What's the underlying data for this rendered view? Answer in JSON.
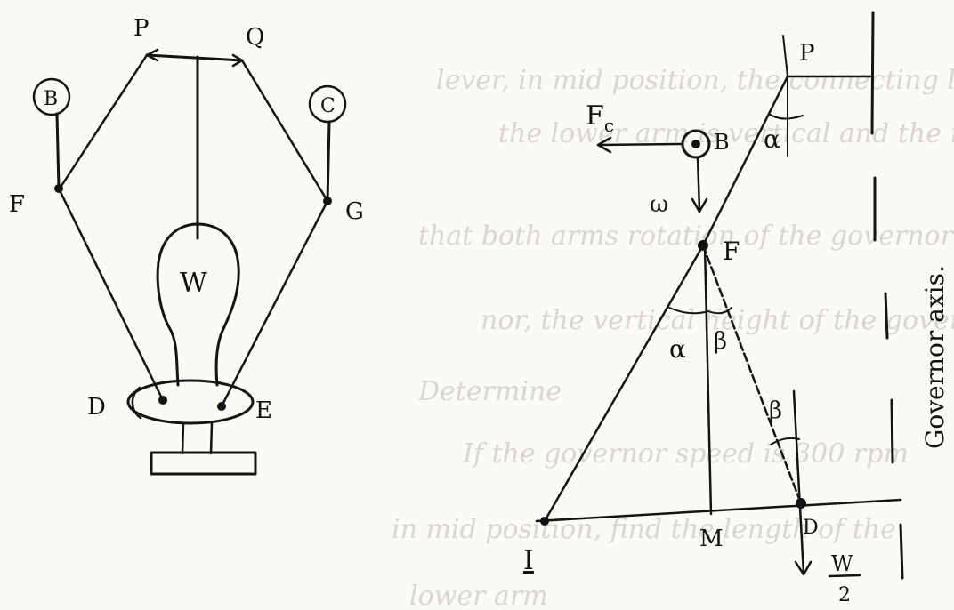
{
  "left_diagram": {
    "labels": {
      "P": "P",
      "Q": "Q",
      "B": "B",
      "C": "C",
      "F": "F",
      "G": "G",
      "W": "W",
      "D": "D",
      "E": "E"
    }
  },
  "right_diagram": {
    "labels": {
      "P": "P",
      "Fc": "F",
      "Fc_sub": "c",
      "B": "B",
      "alpha_top": "α",
      "omega": "ω",
      "F": "F",
      "alpha": "α",
      "beta": "β",
      "beta_right": "β",
      "I": "I",
      "M": "M",
      "D": "D",
      "W_num": "W",
      "W_den": "2"
    },
    "axis_label": "Governor axis."
  },
  "background_text": [
    "lever, in mid position, the connecting link",
    "the lower arm is vertical and the radius",
    "that both arms rotation of the governor is",
    "nor, the vertical height of the governor",
    "Determine",
    "If the governor speed is 300 rpm",
    "in mid position, find the length of the",
    "lower arm"
  ]
}
